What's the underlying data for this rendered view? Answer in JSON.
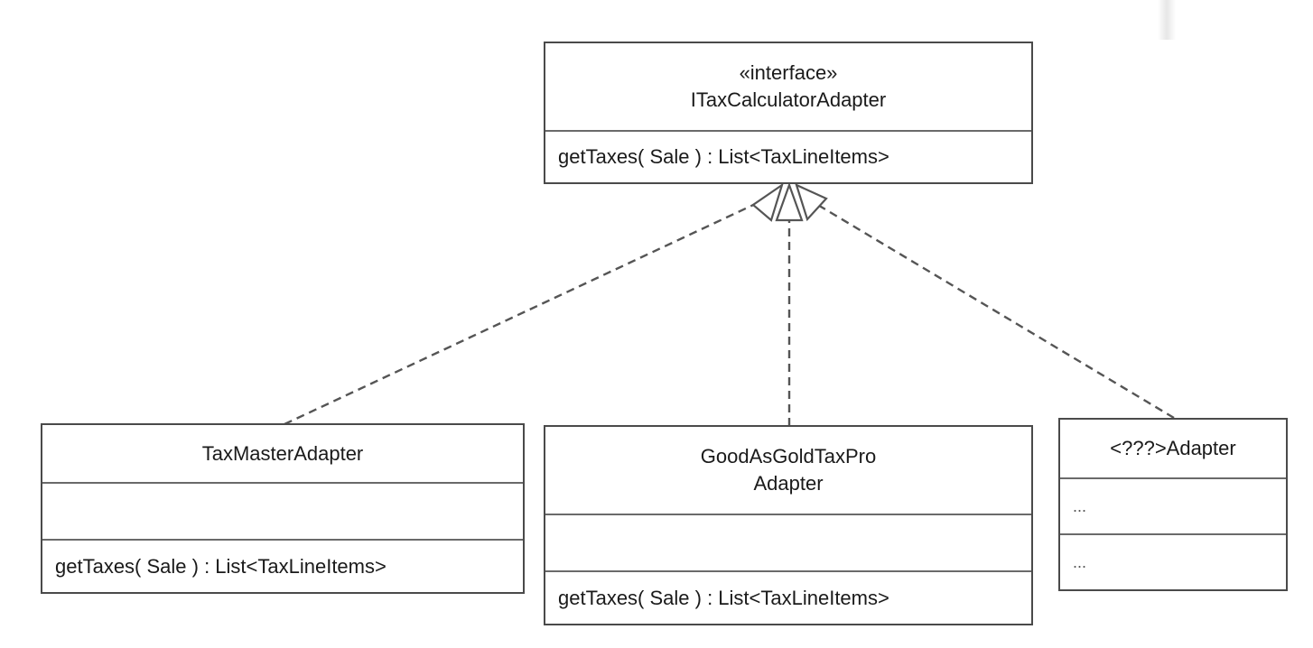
{
  "interface": {
    "stereotype": "«interface»",
    "name": "ITaxCalculatorAdapter",
    "operation": "getTaxes( Sale ) : List<TaxLineItems>"
  },
  "classes": {
    "tax_master": {
      "name": "TaxMasterAdapter",
      "attributes": "",
      "operation": "getTaxes( Sale ) : List<TaxLineItems>"
    },
    "good_as_gold": {
      "name_line1": "GoodAsGoldTaxPro",
      "name_line2": "Adapter",
      "attributes": "",
      "operation": "getTaxes( Sale ) : List<TaxLineItems>"
    },
    "unknown": {
      "name": "<???>Adapter",
      "attributes": "...",
      "operation": "..."
    }
  },
  "relationships": [
    {
      "type": "realization",
      "from": "TaxMasterAdapter",
      "to": "ITaxCalculatorAdapter"
    },
    {
      "type": "realization",
      "from": "GoodAsGoldTaxProAdapter",
      "to": "ITaxCalculatorAdapter"
    },
    {
      "type": "realization",
      "from": "<???>Adapter",
      "to": "ITaxCalculatorAdapter"
    }
  ],
  "colors": {
    "border": "#4a4a4a",
    "line": "#555555",
    "background": "#ffffff"
  }
}
